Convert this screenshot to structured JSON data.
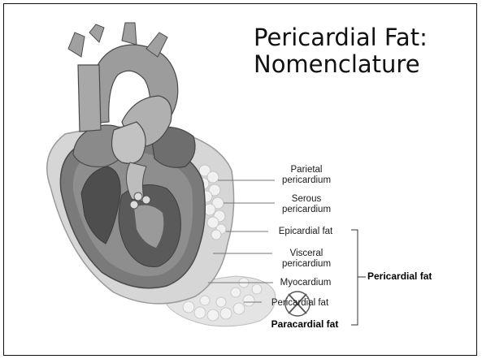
{
  "title": {
    "line1": "Pericardial Fat:",
    "line2": "Nomenclature"
  },
  "labels": {
    "parietal_pericardium": [
      "Parietal",
      "pericardium"
    ],
    "serous_pericardium": [
      "Serous",
      "pericardium"
    ],
    "epicardial_fat": "Epicardial fat",
    "visceral_pericardium": [
      "Visceral",
      "pericardium"
    ],
    "myocardium": "Myocardium",
    "pericardial_fat_crossed": "Pericardial fat",
    "paracardial_fat": "Paracardial fat",
    "bracket_label": "Pericardial fat"
  },
  "colors": {
    "fat": "#ececec",
    "heart_dark": "#5e5e5e",
    "heart_mid": "#8a8a8a",
    "heart_light": "#b5b5b5",
    "pericardium_layer": "#d0d0d0"
  }
}
